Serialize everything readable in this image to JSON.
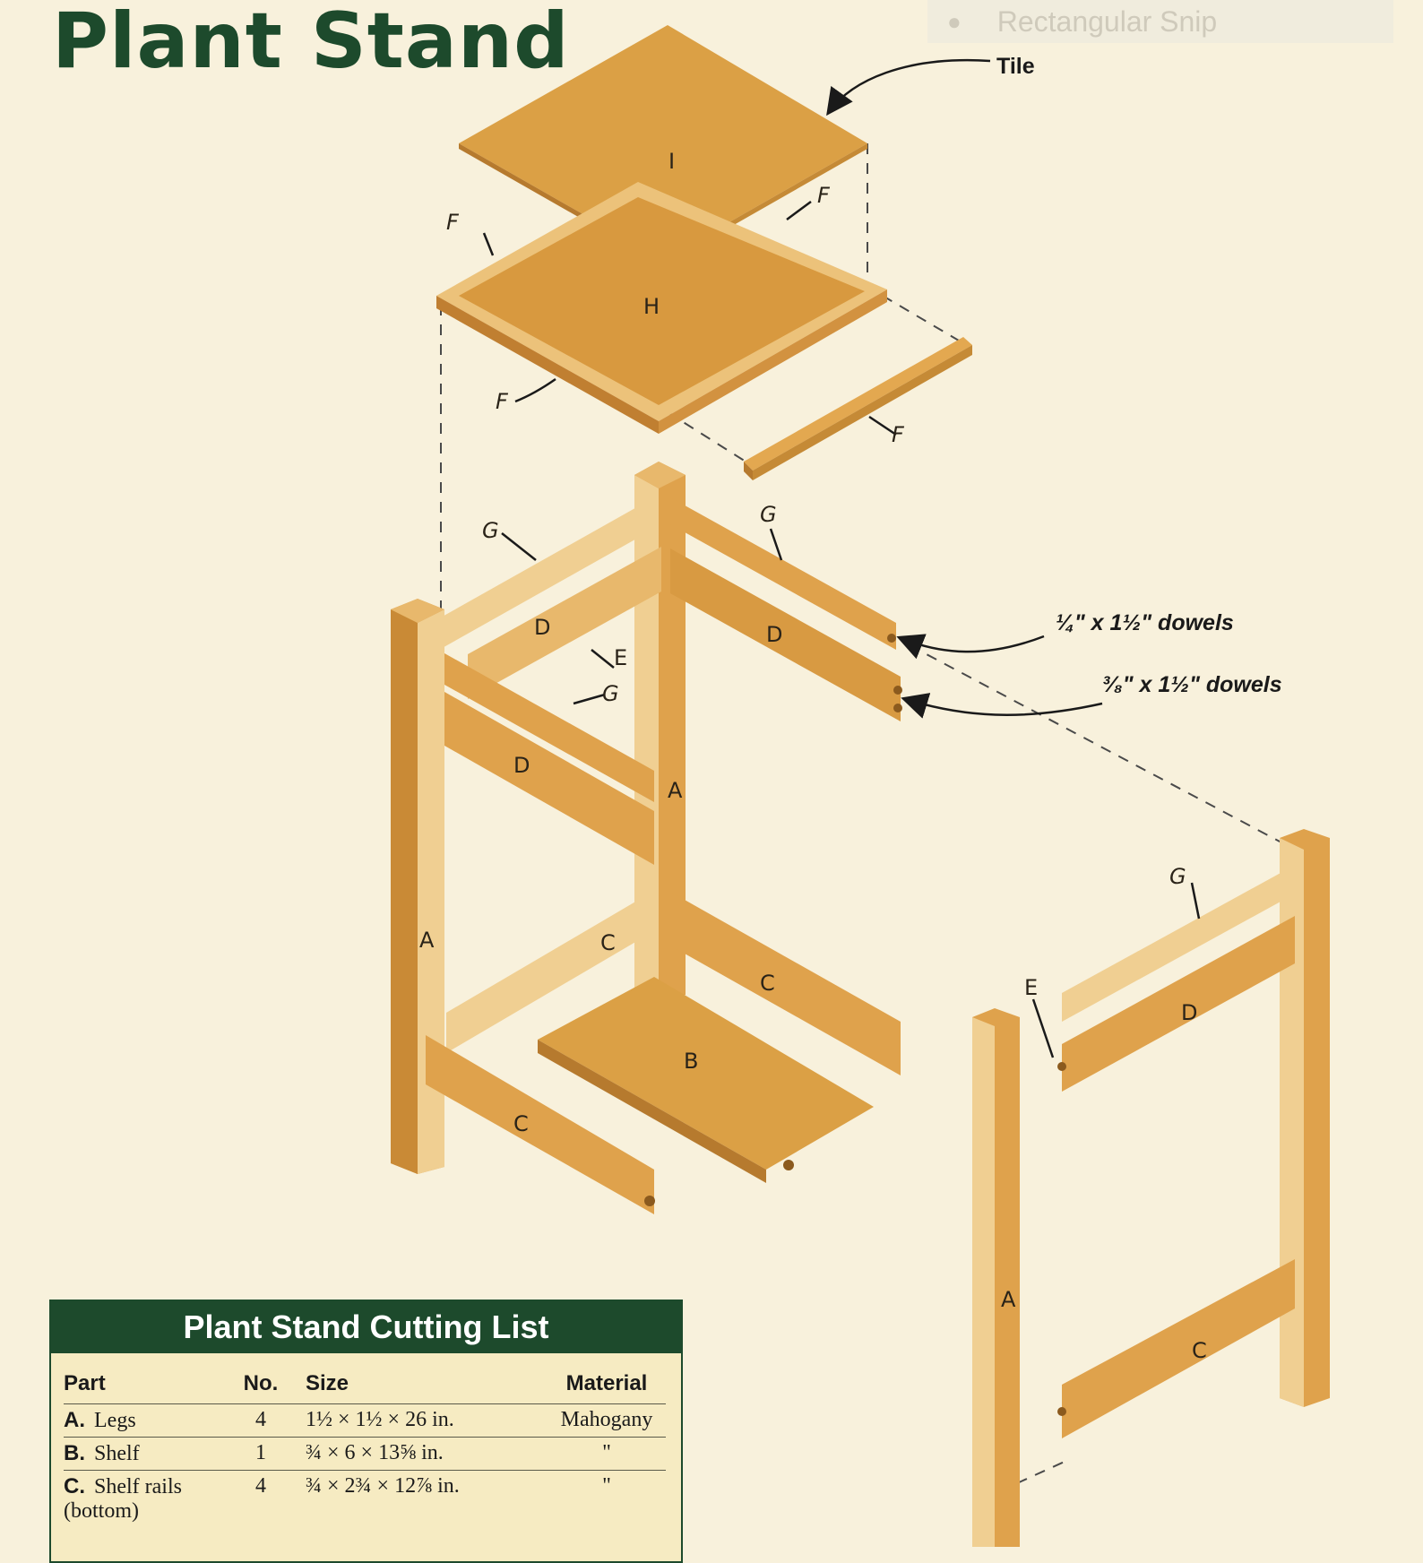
{
  "title": "Plant Stand",
  "snip_overlay": {
    "label": "Rectangular Snip"
  },
  "callouts": {
    "tile": "Tile",
    "dowels_quarter": "¼\" x 1½\" dowels",
    "dowels_three_eighths": "³⁄₈\" x 1½\" dowels"
  },
  "part_labels": {
    "I": "I",
    "H": "H",
    "F": "F",
    "G": "G",
    "D": "D",
    "E": "E",
    "A": "A",
    "B": "B",
    "C": "C"
  },
  "cutting_list": {
    "title": "Plant Stand Cutting List",
    "headers": {
      "part": "Part",
      "no": "No.",
      "size": "Size",
      "material": "Material"
    },
    "rows": [
      {
        "letter": "A.",
        "part": "Legs",
        "no": "4",
        "size": "1½ × 1½ × 26 in.",
        "material": "Mahogany"
      },
      {
        "letter": "B.",
        "part": "Shelf",
        "no": "1",
        "size": "¾ × 6 × 13⅝ in.",
        "material": "\""
      },
      {
        "letter": "C.",
        "part": "Shelf rails (bottom)",
        "no": "4",
        "size": "¾ × 2¾ × 12⅞ in.",
        "material": "\""
      }
    ]
  },
  "colors": {
    "title_green": "#1d4a2c",
    "wood_face": "#dfa24c",
    "wood_dark": "#c98a36",
    "wood_light": "#f0cf92",
    "background": "#f8f1dc"
  }
}
